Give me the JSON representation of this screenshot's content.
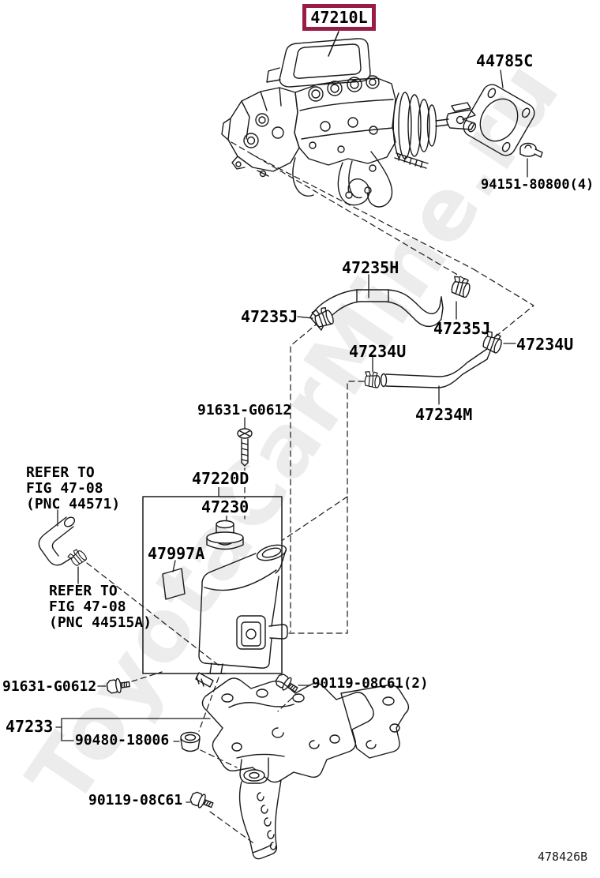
{
  "watermark": "ToyotaCarMine.ru",
  "drawing_code": "478426B",
  "colors": {
    "highlight_box": "#991c45",
    "line_art": "#1a1a1a",
    "watermark": "#ececec"
  },
  "parts": {
    "master_cylinder": "47210L",
    "gasket": "44785C",
    "nut": "94151-80800(4)",
    "hose_47235h": "47235H",
    "clamp_47235j_left": "47235J",
    "clamp_47235j_right": "47235J",
    "clamp_47234u_left": "47234U",
    "clamp_47234u_right": "47234U",
    "hose_47234m": "47234M",
    "screw_91631_top": "91631-G0612",
    "reservoir_assy": "47220D",
    "cap": "47230",
    "label_plate": "47997A",
    "bolt_91631_bottom": "91631-G0612",
    "bolt_90119_double": "90119-08C61(2)",
    "bracket": "47233",
    "grommet": "90480-18006",
    "bolt_90119_single": "90119-08C61"
  },
  "notes": {
    "note1_line1": "REFER TO",
    "note1_line2": "FIG 47-08",
    "note1_line3": "(PNC 44571)",
    "note2_line1": "REFER TO",
    "note2_line2": "FIG 47-08",
    "note2_line3": "(PNC 44515A)"
  }
}
